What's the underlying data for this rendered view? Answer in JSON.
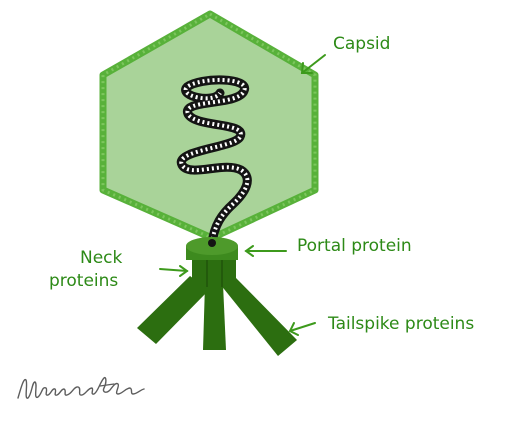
{
  "labels": {
    "capsid": "Capsid",
    "portal_protein": "Portal protein",
    "neck_line1": "Neck",
    "neck_line2": "proteins",
    "tailspike_proteins": "Tailspike proteins"
  },
  "colors": {
    "capsid_fill": "#a9d399",
    "capsid_border": "#58b13a",
    "dark_green": "#2c6e10",
    "neck_light": "#3d8a1e",
    "label_text": "#2d8a17",
    "dna_black": "#141414",
    "signature_ink": "#5d5d5d"
  }
}
